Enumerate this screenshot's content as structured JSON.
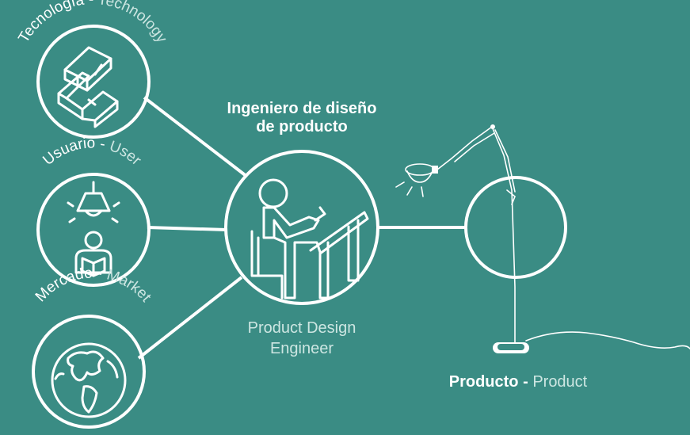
{
  "colors": {
    "background": "#3a8c84",
    "primary": "#ffffff",
    "secondary": "#cde6e2"
  },
  "nodes": {
    "technology": {
      "es": "Tecnología",
      "sep": " - ",
      "en": "Technology",
      "icon": "cubes-icon"
    },
    "user": {
      "es": "Usuario",
      "sep": " - ",
      "en": "User",
      "icon": "lamp-reader-icon"
    },
    "market": {
      "es": "Mercado",
      "sep": " - ",
      "en": "Market",
      "icon": "globe-icon"
    },
    "engineer": {
      "es_line1": "Ingeniero de diseño",
      "es_line2": "de producto",
      "en_line1": "Product Design",
      "en_line2": "Engineer",
      "icon": "person-drafting-icon"
    },
    "product": {
      "es": "Producto",
      "sep": " - ",
      "en": "Product",
      "icon": "floor-lamp-icon"
    }
  }
}
